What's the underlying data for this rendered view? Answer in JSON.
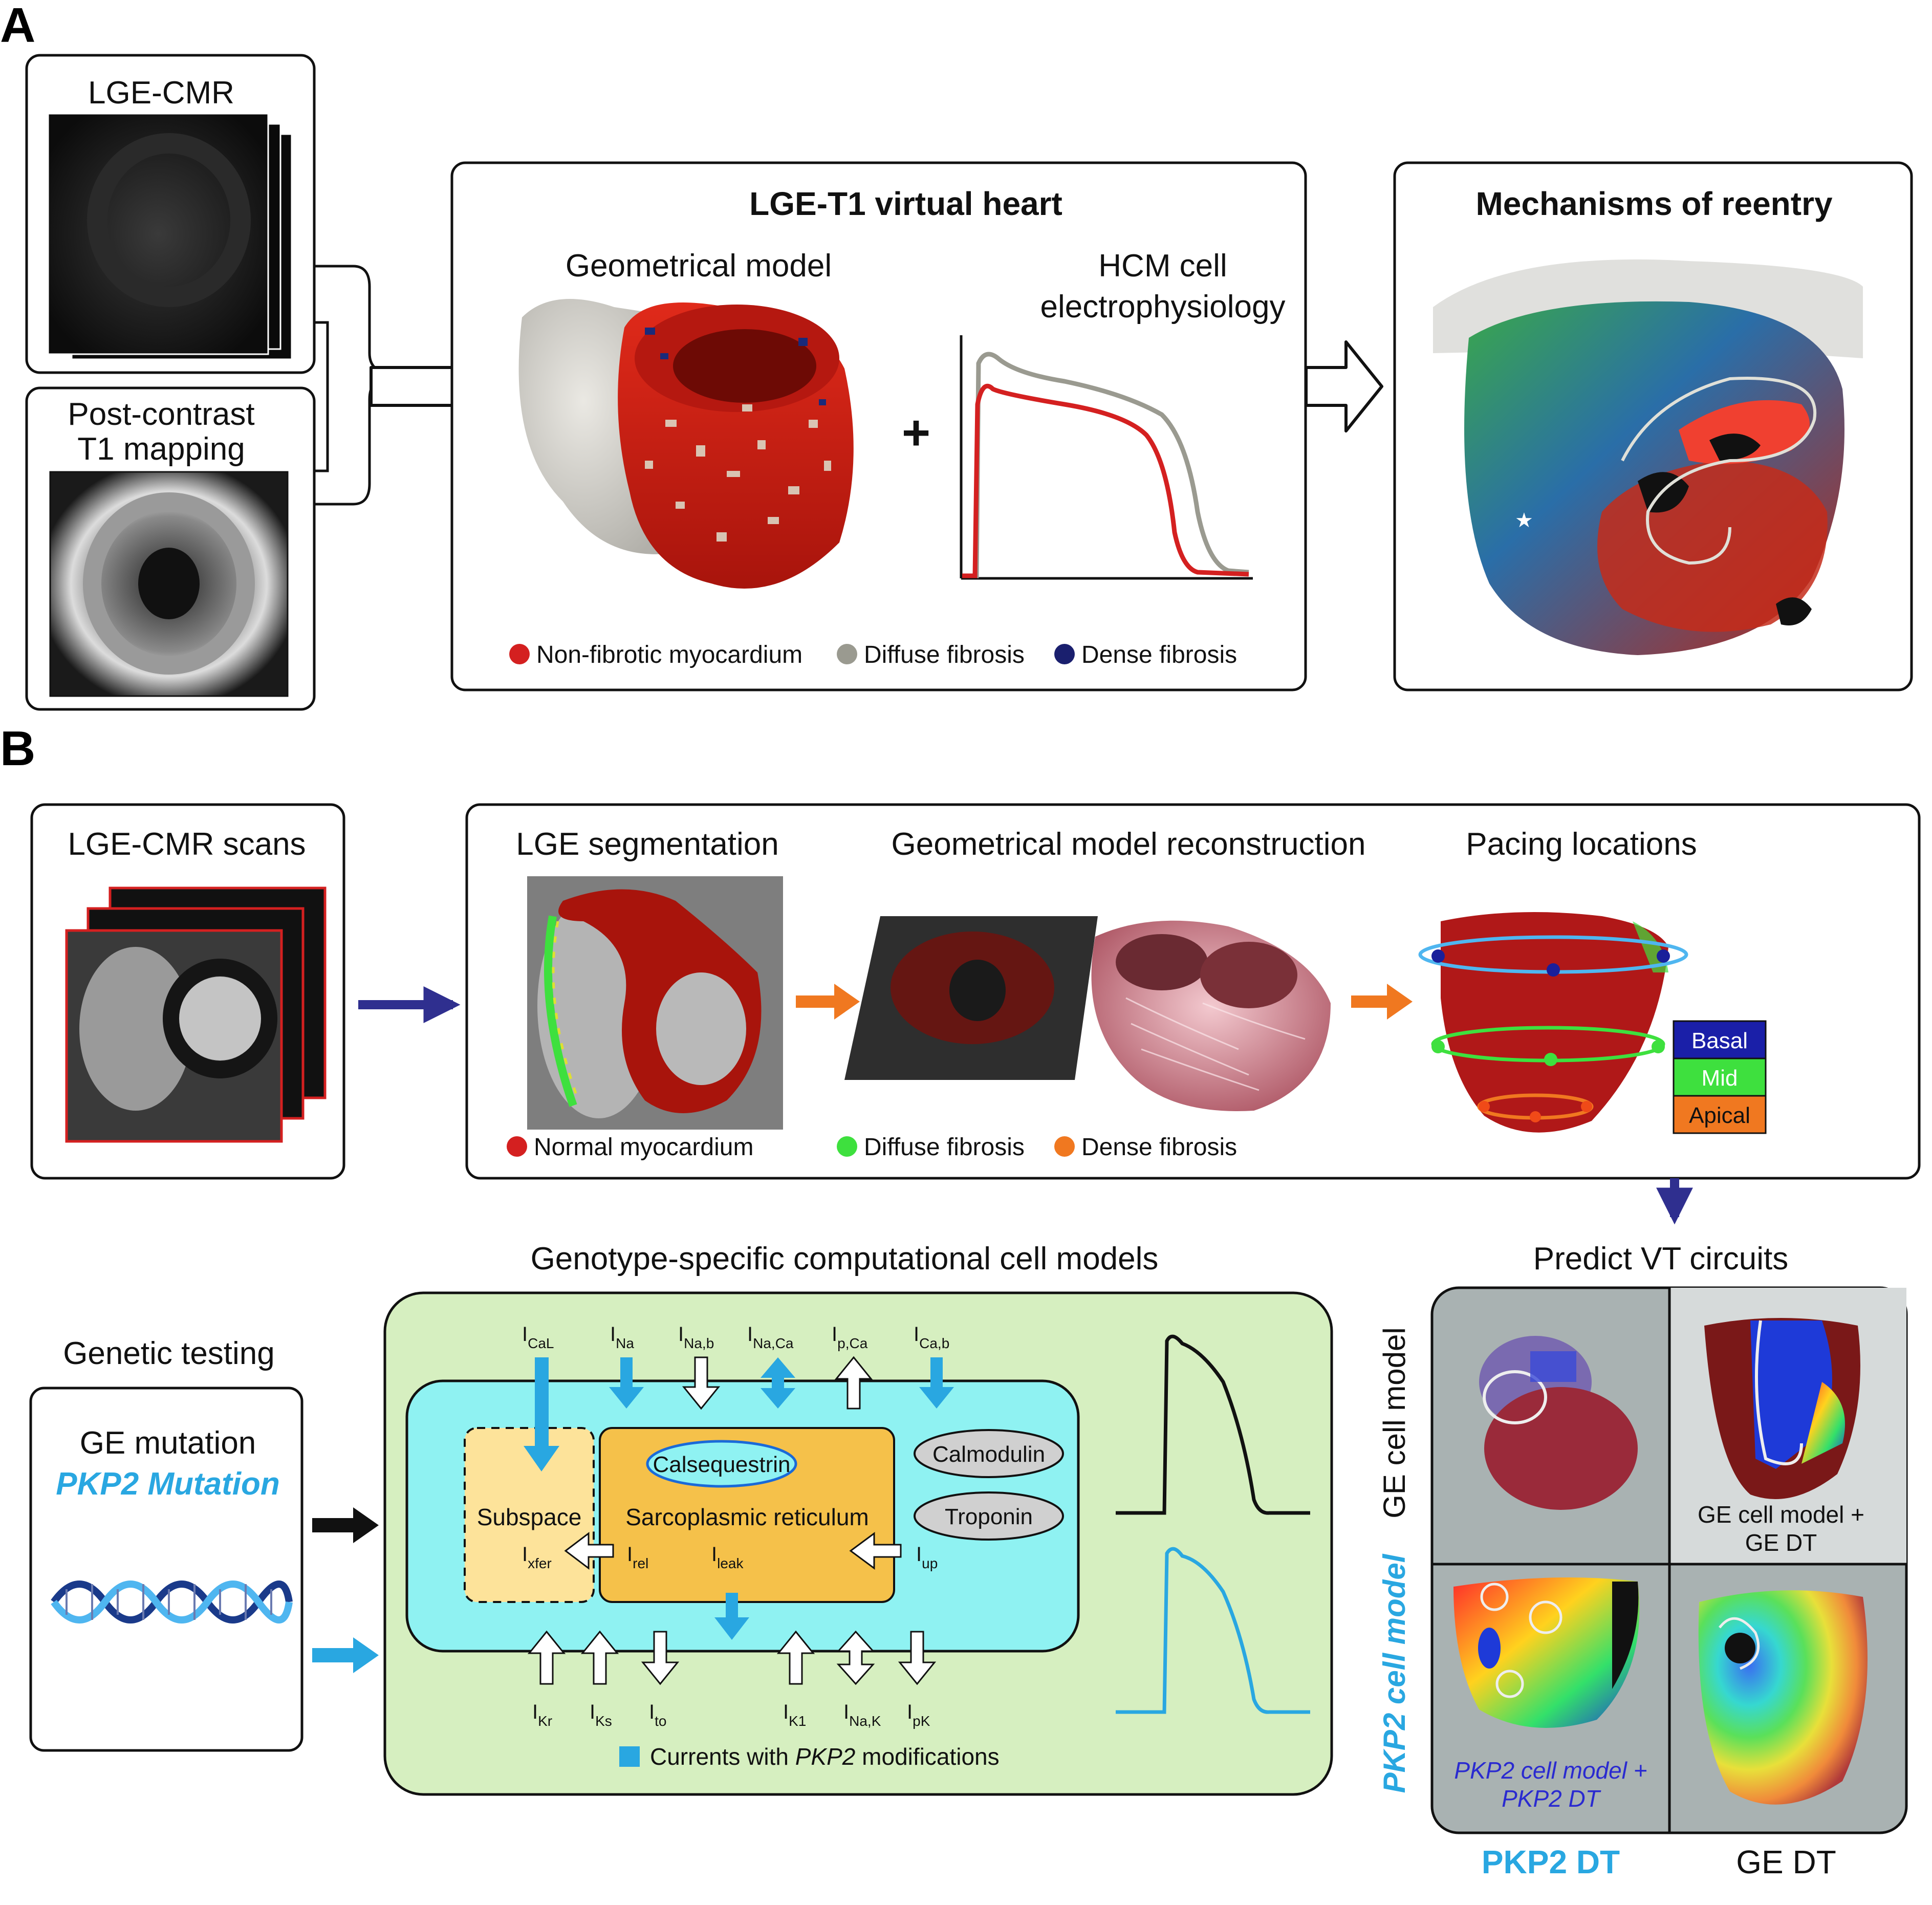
{
  "colors": {
    "red": "#d42020",
    "gray": "#9a9a90",
    "navy": "#1a1f6e",
    "blue": "#29a7e1",
    "orange": "#f07820",
    "green": "#3ee03e",
    "paleGreen": "#d6efc0",
    "cyan": "#8ff2f2",
    "srOrange": "#f5c14a",
    "subspace": "#fde39a",
    "indigo": "#2f2f8f"
  },
  "panelA": {
    "label": "A",
    "lge_cmr": "LGE-CMR",
    "post_contrast": [
      "Post-contrast",
      "T1 mapping"
    ],
    "virtual_heart_title": "LGE-T1 virtual heart",
    "geometrical_model": "Geometrical model",
    "hcm_cell": [
      "HCM cell",
      "electrophysiology"
    ],
    "plus": "+",
    "legend": [
      "Non-fibrotic myocardium",
      "Diffuse fibrosis",
      "Dense fibrosis"
    ],
    "reentry_title": "Mechanisms of reentry"
  },
  "panelB": {
    "label": "B",
    "scans": "LGE-CMR scans",
    "segmentation": "LGE segmentation",
    "reconstruction": "Geometrical model reconstruction",
    "pacing": "Pacing locations",
    "legend": [
      "Normal myocardium",
      "Diffuse fibrosis",
      "Dense fibrosis"
    ],
    "pacing_legend": [
      "Basal",
      "Mid",
      "Apical"
    ],
    "genotype_title": "Genotype-specific computational cell models",
    "genetic_testing": "Genetic testing",
    "ge_mutation": "GE mutation",
    "pkp2_mutation": "PKP2 Mutation",
    "predict": "Predict VT circuits",
    "row_ge": "GE cell model",
    "row_pkp2": "PKP2 cell model",
    "q_ge_ge": [
      "GE cell model +",
      "GE DT"
    ],
    "q_pkp2": [
      "PKP2 cell model +",
      "PKP2 DT"
    ],
    "col_pkp2": "PKP2 DT",
    "col_ge": "GE DT"
  },
  "cell": {
    "top_currents": [
      {
        "main": "I",
        "sub": "CaL"
      },
      {
        "main": "I",
        "sub": "Na"
      },
      {
        "main": "I",
        "sub": "Na,b"
      },
      {
        "main": "I",
        "sub": "Na,Ca"
      },
      {
        "main": "I",
        "sub": "p,Ca"
      },
      {
        "main": "I",
        "sub": "Ca,b"
      }
    ],
    "bottom_currents": [
      {
        "main": "I",
        "sub": "Kr"
      },
      {
        "main": "I",
        "sub": "Ks"
      },
      {
        "main": "I",
        "sub": "to"
      },
      {
        "main": "I",
        "sub": "K1"
      },
      {
        "main": "I",
        "sub": "Na,K"
      },
      {
        "main": "I",
        "sub": "pK"
      }
    ],
    "inner_currents": [
      {
        "main": "I",
        "sub": "xfer"
      },
      {
        "main": "I",
        "sub": "rel"
      },
      {
        "main": "I",
        "sub": "leak"
      },
      {
        "main": "I",
        "sub": "up"
      }
    ],
    "subspace": "Subspace",
    "sr": "Sarcoplasmic reticulum",
    "calsequestrin": "Calsequestrin",
    "calmodulin": "Calmodulin",
    "troponin": "Troponin",
    "legend_pre": "Currents with ",
    "legend_em": "PKP2",
    "legend_post": " modifications"
  }
}
